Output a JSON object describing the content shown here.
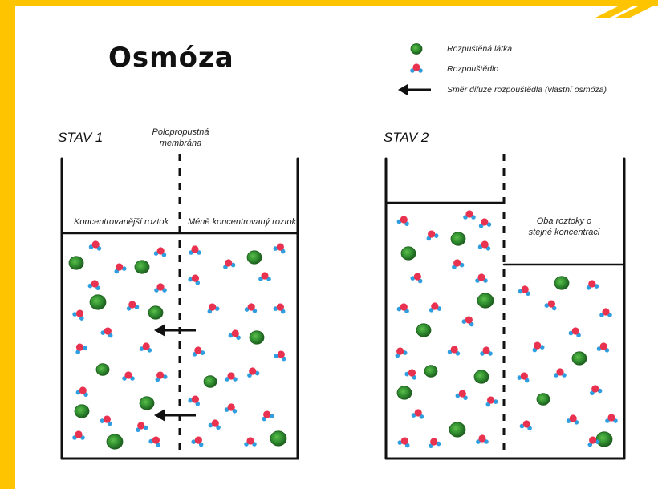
{
  "title": "Osmóza",
  "legend": {
    "solute": "Rozpuštěná látka",
    "solvent": "Rozpouštědlo",
    "arrow": "Směr difuze rozpouštědla (vlastní osmóza)"
  },
  "state1": {
    "heading": "STAV 1",
    "membrane": "Polopropustná membrána",
    "left_label": "Koncentrovanější roztok",
    "right_label": "Méně koncentrovaný roztok"
  },
  "state2": {
    "heading": "STAV 2",
    "right_label": "Oba roztoky o stejné koncentraci"
  },
  "colors": {
    "background": "#ffc400",
    "solute": "#2e8b2e",
    "solvent_core": "#e8324f",
    "solvent_atoms": "#2f9ee0",
    "ink": "#111111"
  },
  "icons": [
    "solute-particle-icon",
    "solvent-molecule-icon",
    "left-arrow-icon"
  ]
}
